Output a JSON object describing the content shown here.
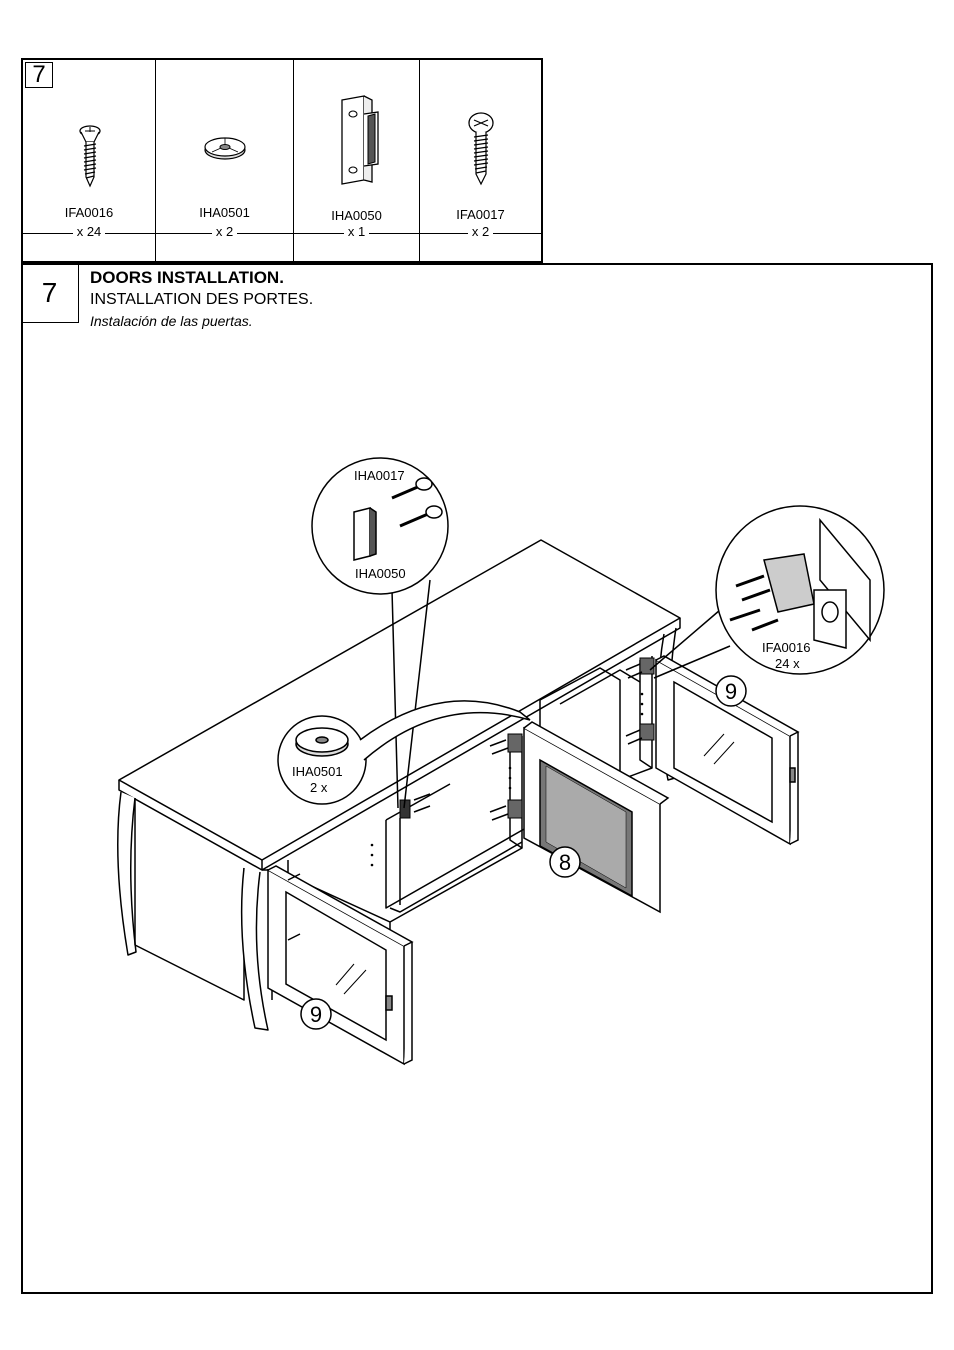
{
  "parts_table": {
    "step_number": "7",
    "parts": [
      {
        "code": "IFA0016",
        "qty": "x 24",
        "icon": "flat-head-screw-icon"
      },
      {
        "code": "IHA0501",
        "qty": "x 2",
        "icon": "door-bumper-icon"
      },
      {
        "code": "IHA0050",
        "qty": "x 1",
        "icon": "magnetic-catch-icon"
      },
      {
        "code": "IFA0017",
        "qty": "x 2",
        "icon": "pan-head-screw-icon"
      }
    ]
  },
  "step": {
    "number": "7",
    "title_en": "DOORS INSTALLATION.",
    "title_fr": "INSTALLATION DES PORTES.",
    "title_es": "Instalación de las puertas."
  },
  "callouts": {
    "catch_screw_code": "IHA0017",
    "catch_code": "IHA0050",
    "hinge_screw_code": "IFA0016",
    "hinge_screw_qty": "24 x",
    "bumper_code": "IHA0501",
    "bumper_qty": "2 x"
  },
  "door_labels": {
    "right_glass_door": "9",
    "center_mesh_door": "8",
    "left_glass_door": "9"
  }
}
